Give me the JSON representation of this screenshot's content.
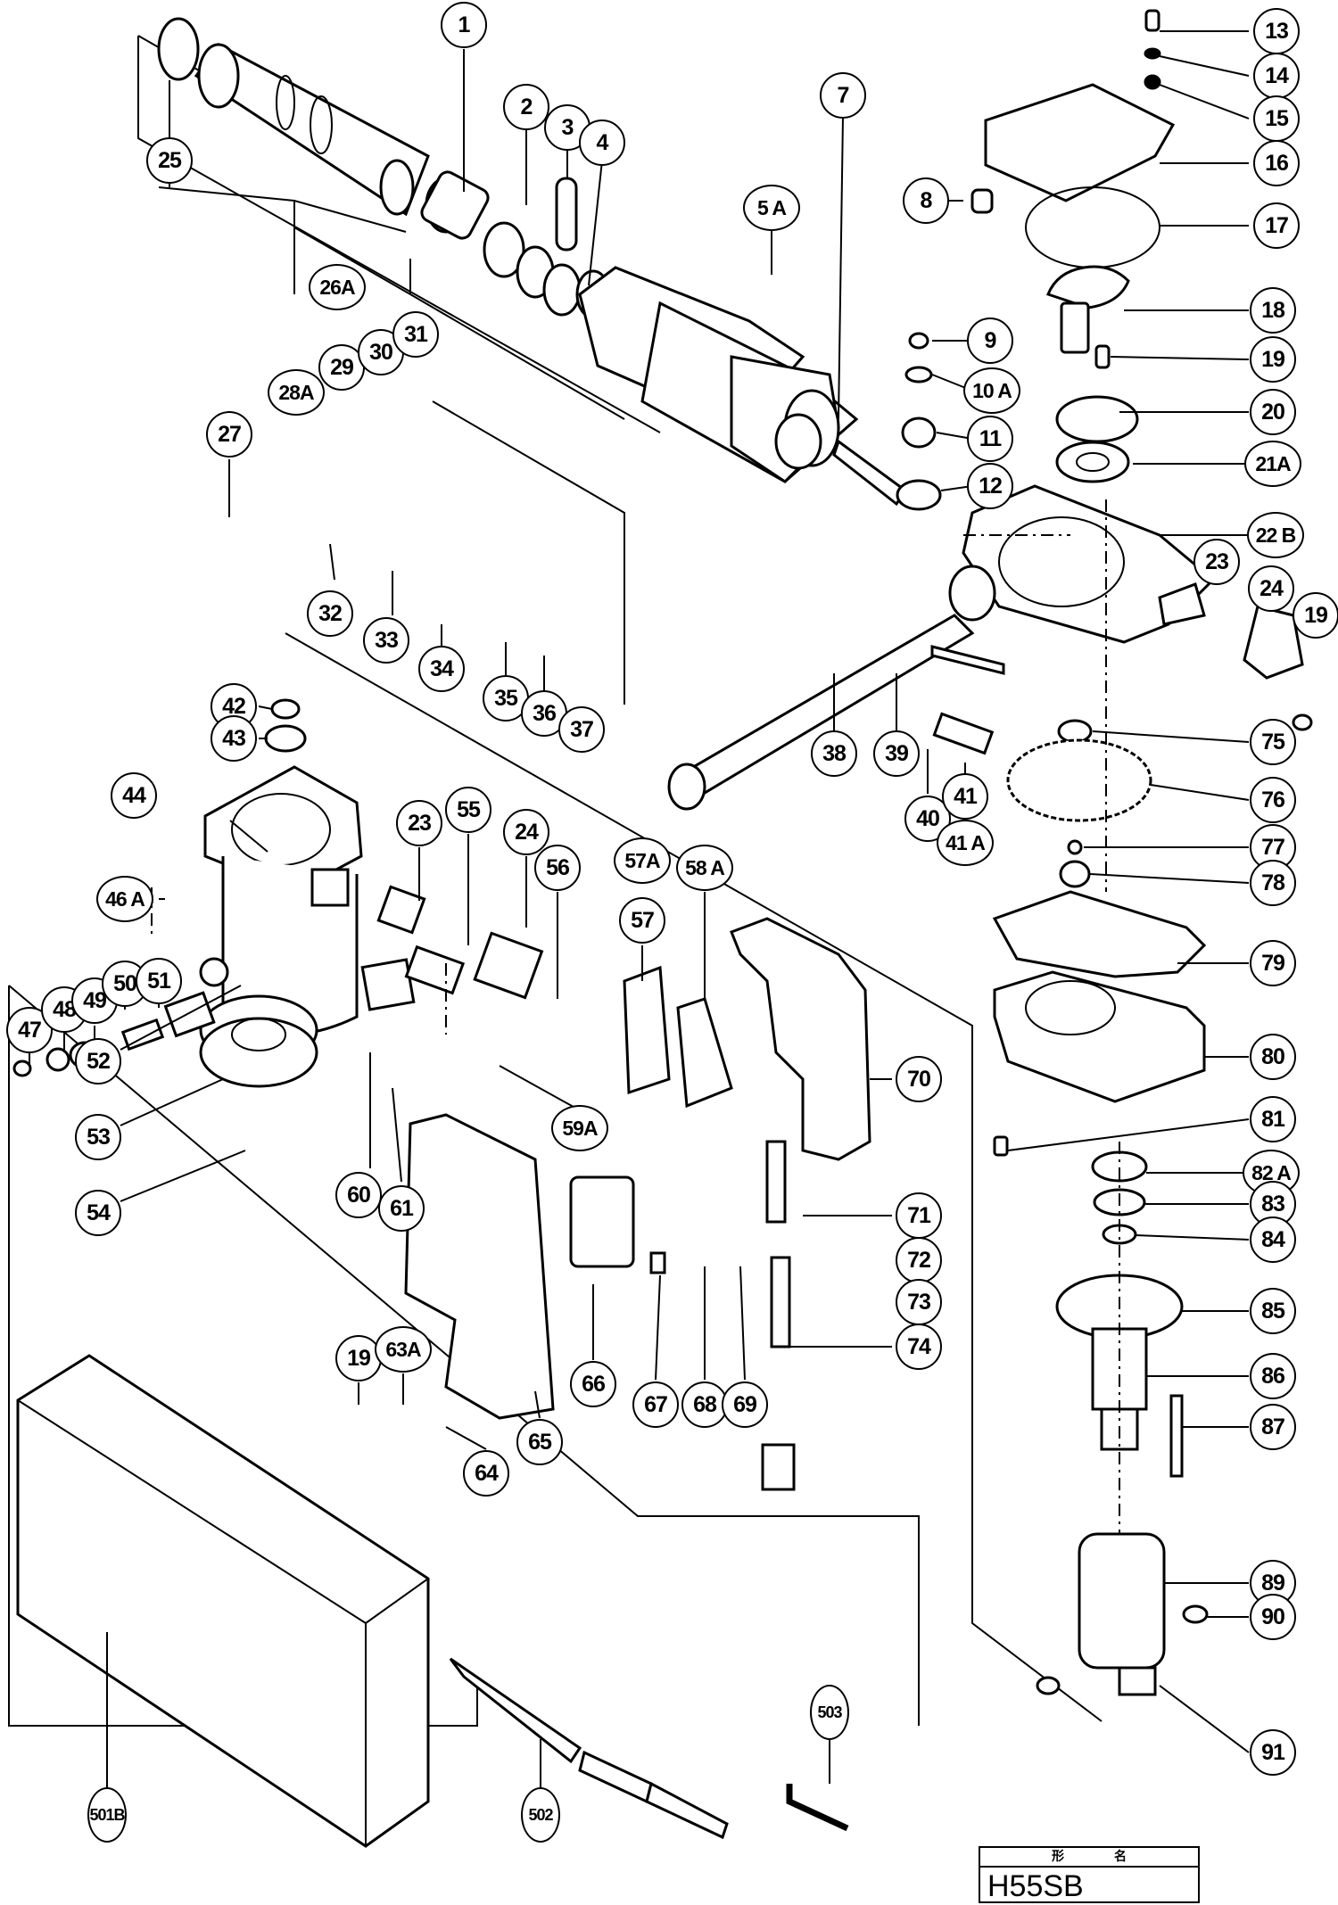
{
  "document": {
    "type": "exploded parts diagram",
    "title_block": {
      "header_chars": [
        "形",
        "名"
      ],
      "model": "H55SB"
    }
  },
  "callouts": [
    {
      "id": "1",
      "label": "1"
    },
    {
      "id": "2",
      "label": "2"
    },
    {
      "id": "3",
      "label": "3"
    },
    {
      "id": "4",
      "label": "4"
    },
    {
      "id": "5A",
      "label": "5 A"
    },
    {
      "id": "7",
      "label": "7"
    },
    {
      "id": "8",
      "label": "8"
    },
    {
      "id": "9",
      "label": "9"
    },
    {
      "id": "10A",
      "label": "10 A"
    },
    {
      "id": "11",
      "label": "11"
    },
    {
      "id": "12",
      "label": "12"
    },
    {
      "id": "13",
      "label": "13"
    },
    {
      "id": "14",
      "label": "14"
    },
    {
      "id": "15",
      "label": "15"
    },
    {
      "id": "16",
      "label": "16"
    },
    {
      "id": "17",
      "label": "17"
    },
    {
      "id": "18",
      "label": "18"
    },
    {
      "id": "19a",
      "label": "19"
    },
    {
      "id": "20",
      "label": "20"
    },
    {
      "id": "21A",
      "label": "21A"
    },
    {
      "id": "22B",
      "label": "22 B"
    },
    {
      "id": "23a",
      "label": "23"
    },
    {
      "id": "24a",
      "label": "24"
    },
    {
      "id": "19b",
      "label": "19"
    },
    {
      "id": "25",
      "label": "25"
    },
    {
      "id": "26A",
      "label": "26A"
    },
    {
      "id": "27",
      "label": "27"
    },
    {
      "id": "28A",
      "label": "28A"
    },
    {
      "id": "29",
      "label": "29"
    },
    {
      "id": "30",
      "label": "30"
    },
    {
      "id": "31",
      "label": "31"
    },
    {
      "id": "32",
      "label": "32"
    },
    {
      "id": "33",
      "label": "33"
    },
    {
      "id": "34",
      "label": "34"
    },
    {
      "id": "35",
      "label": "35"
    },
    {
      "id": "36",
      "label": "36"
    },
    {
      "id": "37",
      "label": "37"
    },
    {
      "id": "38",
      "label": "38"
    },
    {
      "id": "39",
      "label": "39"
    },
    {
      "id": "40",
      "label": "40"
    },
    {
      "id": "41",
      "label": "41"
    },
    {
      "id": "41A",
      "label": "41 A"
    },
    {
      "id": "42",
      "label": "42"
    },
    {
      "id": "43",
      "label": "43"
    },
    {
      "id": "44",
      "label": "44"
    },
    {
      "id": "46A",
      "label": "46 A"
    },
    {
      "id": "47",
      "label": "47"
    },
    {
      "id": "48",
      "label": "48"
    },
    {
      "id": "49",
      "label": "49"
    },
    {
      "id": "50",
      "label": "50"
    },
    {
      "id": "51",
      "label": "51"
    },
    {
      "id": "52",
      "label": "52"
    },
    {
      "id": "53",
      "label": "53"
    },
    {
      "id": "54",
      "label": "54"
    },
    {
      "id": "23b",
      "label": "23"
    },
    {
      "id": "55",
      "label": "55"
    },
    {
      "id": "24b",
      "label": "24"
    },
    {
      "id": "56",
      "label": "56"
    },
    {
      "id": "57A",
      "label": "57A"
    },
    {
      "id": "57",
      "label": "57"
    },
    {
      "id": "58A",
      "label": "58 A"
    },
    {
      "id": "59A",
      "label": "59A"
    },
    {
      "id": "60",
      "label": "60"
    },
    {
      "id": "61",
      "label": "61"
    },
    {
      "id": "19c",
      "label": "19"
    },
    {
      "id": "63A",
      "label": "63A"
    },
    {
      "id": "64",
      "label": "64"
    },
    {
      "id": "65",
      "label": "65"
    },
    {
      "id": "66",
      "label": "66"
    },
    {
      "id": "67",
      "label": "67"
    },
    {
      "id": "68",
      "label": "68"
    },
    {
      "id": "69",
      "label": "69"
    },
    {
      "id": "70",
      "label": "70"
    },
    {
      "id": "71",
      "label": "71"
    },
    {
      "id": "72",
      "label": "72"
    },
    {
      "id": "73",
      "label": "73"
    },
    {
      "id": "74",
      "label": "74"
    },
    {
      "id": "75",
      "label": "75"
    },
    {
      "id": "76",
      "label": "76"
    },
    {
      "id": "77",
      "label": "77"
    },
    {
      "id": "78",
      "label": "78"
    },
    {
      "id": "79",
      "label": "79"
    },
    {
      "id": "80",
      "label": "80"
    },
    {
      "id": "81",
      "label": "81"
    },
    {
      "id": "82A",
      "label": "82 A"
    },
    {
      "id": "83",
      "label": "83"
    },
    {
      "id": "84",
      "label": "84"
    },
    {
      "id": "85",
      "label": "85"
    },
    {
      "id": "86",
      "label": "86"
    },
    {
      "id": "87",
      "label": "87"
    },
    {
      "id": "89",
      "label": "89"
    },
    {
      "id": "90",
      "label": "90"
    },
    {
      "id": "91",
      "label": "91"
    },
    {
      "id": "501B",
      "label": "501B"
    },
    {
      "id": "502",
      "label": "502"
    },
    {
      "id": "503",
      "label": "503"
    }
  ]
}
